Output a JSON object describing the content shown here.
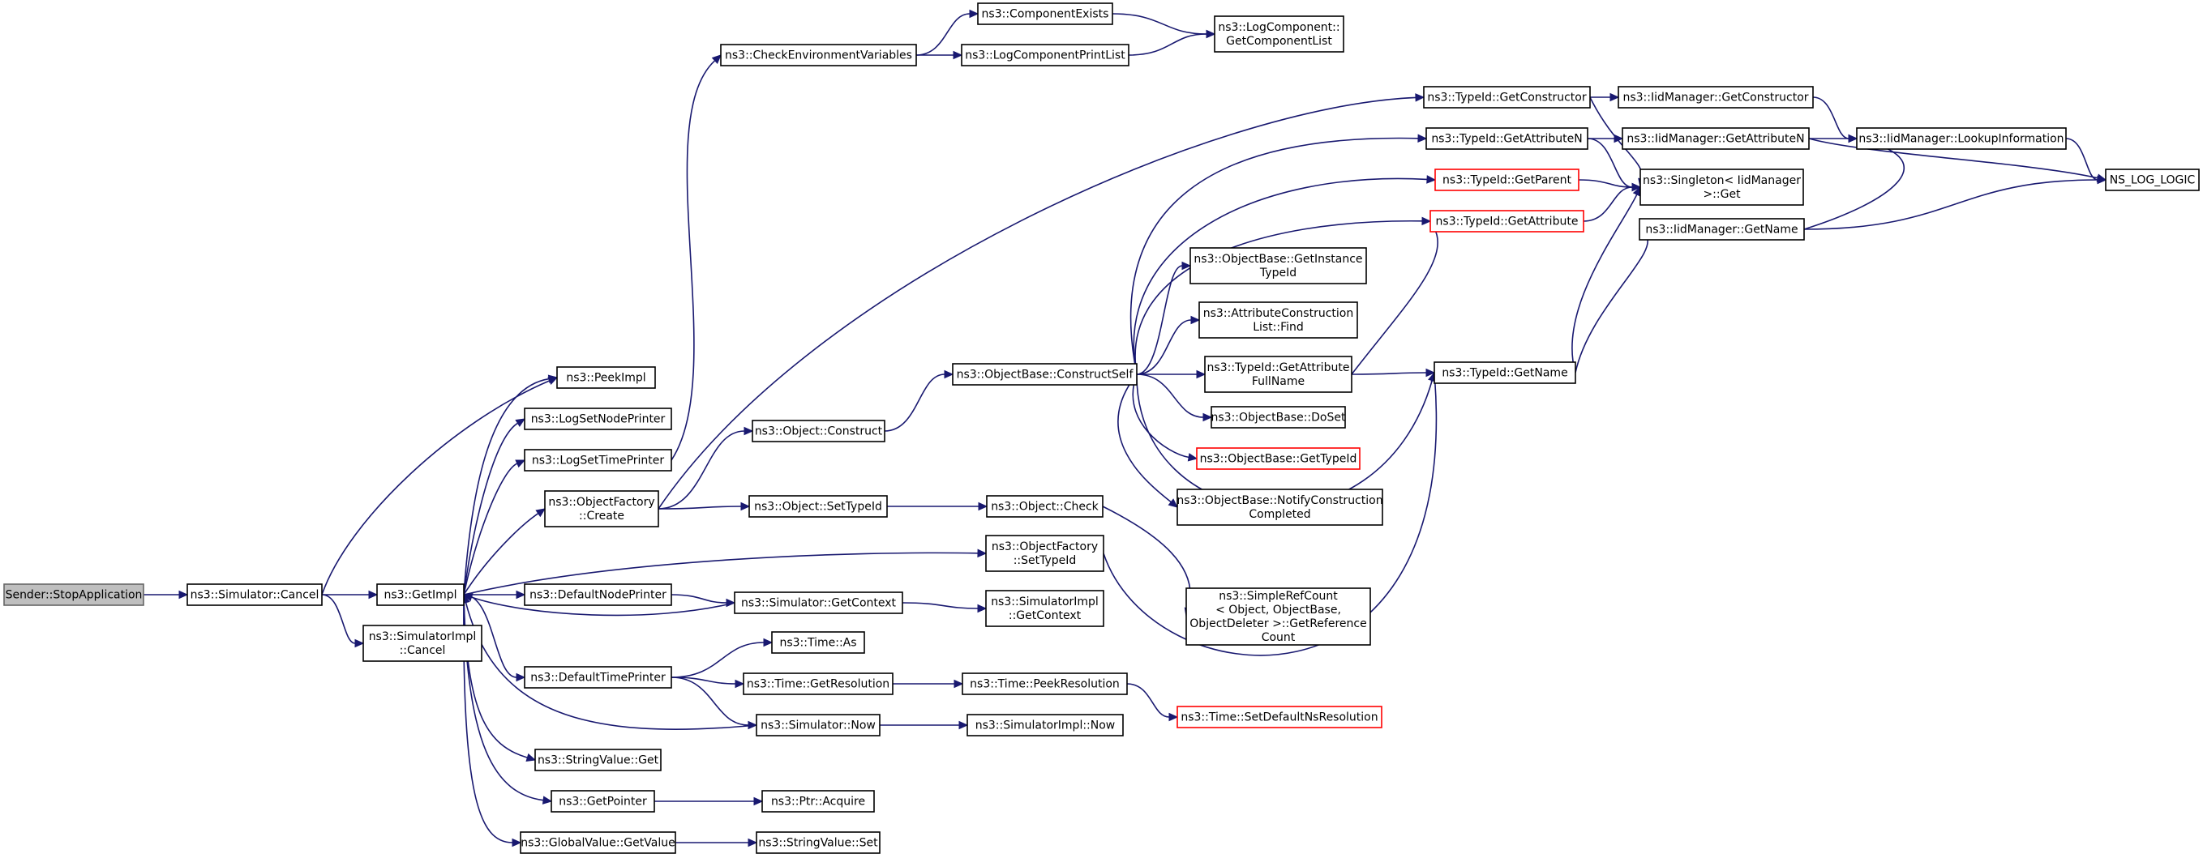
{
  "graph": {
    "colors": {
      "edge": "#191970",
      "missing_border": "#ff0000",
      "root_fill": "#bfbfbf"
    },
    "nodes": [
      {
        "id": "stop",
        "lines": [
          "Sender::StopApplication"
        ],
        "root": true
      },
      {
        "id": "simcancel",
        "lines": [
          "ns3::Simulator::Cancel"
        ]
      },
      {
        "id": "simimplcancel",
        "lines": [
          "ns3::SimulatorImpl",
          "::Cancel"
        ]
      },
      {
        "id": "getimpl",
        "lines": [
          "ns3::GetImpl"
        ]
      },
      {
        "id": "peekimpl",
        "lines": [
          "ns3::PeekImpl"
        ]
      },
      {
        "id": "lognode",
        "lines": [
          "ns3::LogSetNodePrinter"
        ]
      },
      {
        "id": "logtime",
        "lines": [
          "ns3::LogSetTimePrinter"
        ]
      },
      {
        "id": "objfactcreate",
        "lines": [
          "ns3::ObjectFactory",
          "::Create"
        ]
      },
      {
        "id": "defnode",
        "lines": [
          "ns3::DefaultNodePrinter"
        ]
      },
      {
        "id": "deftime",
        "lines": [
          "ns3::DefaultTimePrinter"
        ]
      },
      {
        "id": "strget",
        "lines": [
          "ns3::StringValue::Get"
        ]
      },
      {
        "id": "getpointer",
        "lines": [
          "ns3::GetPointer"
        ]
      },
      {
        "id": "globalget",
        "lines": [
          "ns3::GlobalValue::GetValue"
        ]
      },
      {
        "id": "checkenv",
        "lines": [
          "ns3::CheckEnvironmentVariables"
        ]
      },
      {
        "id": "objconstruct",
        "lines": [
          "ns3::Object::Construct"
        ]
      },
      {
        "id": "objsettype",
        "lines": [
          "ns3::Object::SetTypeId"
        ]
      },
      {
        "id": "simgetctx",
        "lines": [
          "ns3::Simulator::GetContext"
        ]
      },
      {
        "id": "timeas",
        "lines": [
          "ns3::Time::As"
        ]
      },
      {
        "id": "timegetres",
        "lines": [
          "ns3::Time::GetResolution"
        ]
      },
      {
        "id": "simnow",
        "lines": [
          "ns3::Simulator::Now"
        ]
      },
      {
        "id": "ptracquire",
        "lines": [
          "ns3::Ptr::Acquire"
        ]
      },
      {
        "id": "strset",
        "lines": [
          "ns3::StringValue::Set"
        ]
      },
      {
        "id": "compexists",
        "lines": [
          "ns3::ComponentExists"
        ]
      },
      {
        "id": "logprintlist",
        "lines": [
          "ns3::LogComponentPrintList"
        ]
      },
      {
        "id": "constructself",
        "lines": [
          "ns3::ObjectBase::ConstructSelf"
        ]
      },
      {
        "id": "objcheck",
        "lines": [
          "ns3::Object::Check"
        ]
      },
      {
        "id": "objfactsettype",
        "lines": [
          "ns3::ObjectFactory",
          "::SetTypeId"
        ]
      },
      {
        "id": "simimplgetctx",
        "lines": [
          "ns3::SimulatorImpl",
          "::GetContext"
        ]
      },
      {
        "id": "timepeekres",
        "lines": [
          "ns3::Time::PeekResolution"
        ]
      },
      {
        "id": "simimplnow",
        "lines": [
          "ns3::SimulatorImpl::Now"
        ]
      },
      {
        "id": "getcomplist",
        "lines": [
          "ns3::LogComponent::",
          "GetComponentList"
        ]
      },
      {
        "id": "typegetctor",
        "lines": [
          "ns3::TypeId::GetConstructor"
        ]
      },
      {
        "id": "typegetattrn",
        "lines": [
          "ns3::TypeId::GetAttributeN"
        ]
      },
      {
        "id": "typegetparent",
        "lines": [
          "ns3::TypeId::GetParent"
        ],
        "missing": true
      },
      {
        "id": "typegetattr",
        "lines": [
          "ns3::TypeId::GetAttribute"
        ],
        "missing": true
      },
      {
        "id": "getinsttype",
        "lines": [
          "ns3::ObjectBase::GetInstance",
          "TypeId"
        ]
      },
      {
        "id": "attrfind",
        "lines": [
          "ns3::AttributeConstruction",
          "List::Find"
        ]
      },
      {
        "id": "typegetattrfull",
        "lines": [
          "ns3::TypeId::GetAttribute",
          "FullName"
        ]
      },
      {
        "id": "doset",
        "lines": [
          "ns3::ObjectBase::DoSet"
        ]
      },
      {
        "id": "gettypeid",
        "lines": [
          "ns3::ObjectBase::GetTypeId"
        ],
        "missing": true
      },
      {
        "id": "notifyconstr",
        "lines": [
          "ns3::ObjectBase::NotifyConstruction",
          "Completed"
        ]
      },
      {
        "id": "simplerefcount",
        "lines": [
          "ns3::SimpleRefCount",
          "< Object, ObjectBase,",
          " ObjectDeleter >::GetReference",
          "Count"
        ]
      },
      {
        "id": "setdefres",
        "lines": [
          "ns3::Time::SetDefaultNsResolution"
        ],
        "missing": true
      },
      {
        "id": "typegetname",
        "lines": [
          "ns3::TypeId::GetName"
        ]
      },
      {
        "id": "iidgetctor",
        "lines": [
          "ns3::IidManager::GetConstructor"
        ]
      },
      {
        "id": "iidgetattrn",
        "lines": [
          "ns3::IidManager::GetAttributeN"
        ]
      },
      {
        "id": "singleton",
        "lines": [
          "ns3::Singleton< IidManager",
          " >::Get"
        ]
      },
      {
        "id": "iidgetname",
        "lines": [
          "ns3::IidManager::GetName"
        ]
      },
      {
        "id": "iidlookup",
        "lines": [
          "ns3::IidManager::LookupInformation"
        ]
      },
      {
        "id": "nslogic",
        "lines": [
          "NS_LOG_LOGIC"
        ]
      }
    ],
    "edges": [
      [
        "stop",
        "simcancel"
      ],
      [
        "simcancel",
        "peekimpl"
      ],
      [
        "simcancel",
        "getimpl"
      ],
      [
        "simcancel",
        "simimplcancel"
      ],
      [
        "getimpl",
        "peekimpl"
      ],
      [
        "getimpl",
        "lognode"
      ],
      [
        "getimpl",
        "logtime"
      ],
      [
        "getimpl",
        "objfactcreate"
      ],
      [
        "getimpl",
        "objfactsettype"
      ],
      [
        "getimpl",
        "defnode"
      ],
      [
        "getimpl",
        "deftime"
      ],
      [
        "getimpl",
        "strget"
      ],
      [
        "getimpl",
        "getpointer"
      ],
      [
        "getimpl",
        "globalget"
      ],
      [
        "logtime",
        "checkenv"
      ],
      [
        "objfactcreate",
        "objconstruct"
      ],
      [
        "objfactcreate",
        "objsettype"
      ],
      [
        "objfactcreate",
        "typegetctor"
      ],
      [
        "defnode",
        "simgetctx"
      ],
      [
        "simgetctx",
        "getimpl"
      ],
      [
        "simgetctx",
        "simimplgetctx"
      ],
      [
        "deftime",
        "timeas"
      ],
      [
        "deftime",
        "timegetres"
      ],
      [
        "deftime",
        "simnow"
      ],
      [
        "simnow",
        "getimpl"
      ],
      [
        "simnow",
        "simimplnow"
      ],
      [
        "getpointer",
        "ptracquire"
      ],
      [
        "globalget",
        "strset"
      ],
      [
        "checkenv",
        "compexists"
      ],
      [
        "checkenv",
        "logprintlist"
      ],
      [
        "compexists",
        "getcomplist"
      ],
      [
        "logprintlist",
        "getcomplist"
      ],
      [
        "objconstruct",
        "constructself"
      ],
      [
        "objsettype",
        "objcheck"
      ],
      [
        "objcheck",
        "simplerefcount"
      ],
      [
        "objfactsettype",
        "typegetname"
      ],
      [
        "timegetres",
        "timepeekres"
      ],
      [
        "timepeekres",
        "setdefres"
      ],
      [
        "constructself",
        "typegetattrn"
      ],
      [
        "constructself",
        "typegetparent"
      ],
      [
        "constructself",
        "typegetattr"
      ],
      [
        "constructself",
        "getinsttype"
      ],
      [
        "constructself",
        "attrfind"
      ],
      [
        "constructself",
        "typegetattrfull"
      ],
      [
        "constructself",
        "doset"
      ],
      [
        "constructself",
        "gettypeid"
      ],
      [
        "constructself",
        "notifyconstr"
      ],
      [
        "constructself",
        "typegetname"
      ],
      [
        "typegetattrfull",
        "typegetname"
      ],
      [
        "typegetattrfull",
        "typegetattr"
      ],
      [
        "typegetctor",
        "iidgetctor"
      ],
      [
        "typegetctor",
        "singleton"
      ],
      [
        "typegetattrn",
        "iidgetattrn"
      ],
      [
        "typegetattrn",
        "singleton"
      ],
      [
        "typegetparent",
        "singleton"
      ],
      [
        "typegetattr",
        "singleton"
      ],
      [
        "typegetname",
        "singleton"
      ],
      [
        "typegetname",
        "iidgetname"
      ],
      [
        "iidgetctor",
        "iidlookup"
      ],
      [
        "iidgetattrn",
        "iidlookup"
      ],
      [
        "iidgetattrn",
        "nslogic"
      ],
      [
        "iidgetname",
        "iidlookup"
      ],
      [
        "iidgetname",
        "nslogic"
      ],
      [
        "iidlookup",
        "nslogic"
      ]
    ]
  }
}
